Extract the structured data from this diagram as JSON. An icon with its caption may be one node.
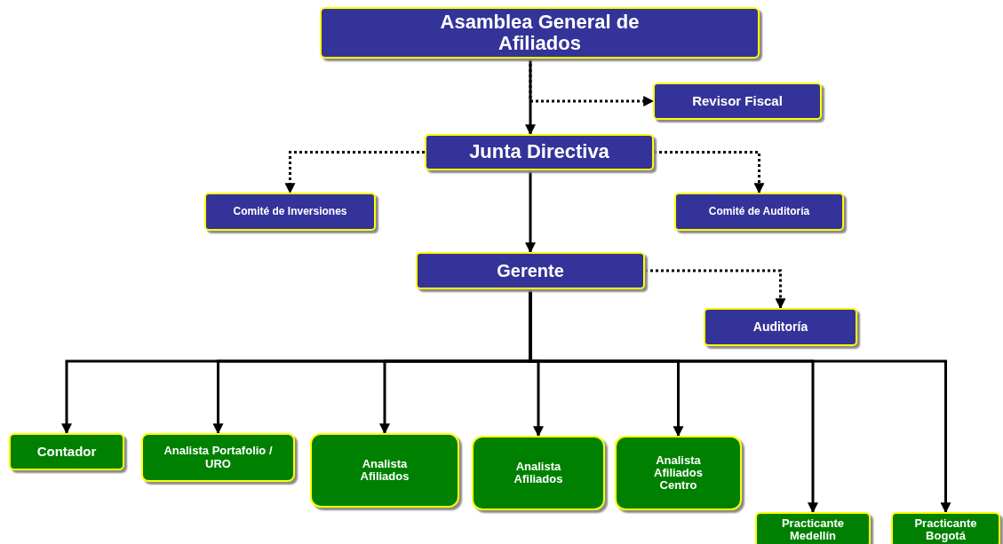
{
  "diagram": {
    "nodes": [
      {
        "text": [
          "Asamblea General de Afiliados"
        ]
      },
      {
        "text": [
          "Revisor Fiscal"
        ]
      },
      {
        "text": [
          "Junta Directiva"
        ]
      },
      {
        "text": [
          "Comité de Inversiones"
        ]
      },
      {
        "text": [
          "Comité de Auditoría"
        ]
      },
      {
        "text": [
          "Gerente"
        ]
      },
      {
        "text": [
          "Auditoría"
        ]
      },
      {
        "text": [
          "Contador"
        ]
      },
      {
        "text": [
          "Analista Portafolio / URO"
        ]
      },
      {
        "text": [
          "Analista Afiliados"
        ]
      },
      {
        "text": [
          "Analista Afiliados"
        ]
      },
      {
        "text": [
          "Analista Afiliados Centro"
        ]
      },
      {
        "text": [
          "Practicante Medellín"
        ]
      },
      {
        "text": [
          "Practicante Bogotá"
        ]
      }
    ],
    "edges": [
      {
        "from": 0,
        "to": 2,
        "arrow": "to"
      },
      {
        "from": 0,
        "to": 1,
        "arrow": "to",
        "style": "dashed"
      },
      {
        "from": 2,
        "to": 3,
        "arrow": "to",
        "style": "dashed"
      },
      {
        "from": 2,
        "to": 4,
        "arrow": "to",
        "style": "dashed"
      },
      {
        "from": 2,
        "to": 5,
        "arrow": "to"
      },
      {
        "from": 5,
        "to": 6,
        "arrow": "to",
        "style": "dashed"
      },
      {
        "from": 5,
        "to": 7,
        "arrow": "to"
      },
      {
        "from": 5,
        "to": 8,
        "arrow": "to"
      },
      {
        "from": 5,
        "to": 9,
        "arrow": "to"
      },
      {
        "from": 5,
        "to": 10,
        "arrow": "to"
      },
      {
        "from": 5,
        "to": 11,
        "arrow": "to"
      },
      {
        "from": 5,
        "to": 12,
        "arrow": "to"
      },
      {
        "from": 5,
        "to": 13,
        "arrow": "to"
      }
    ]
  }
}
